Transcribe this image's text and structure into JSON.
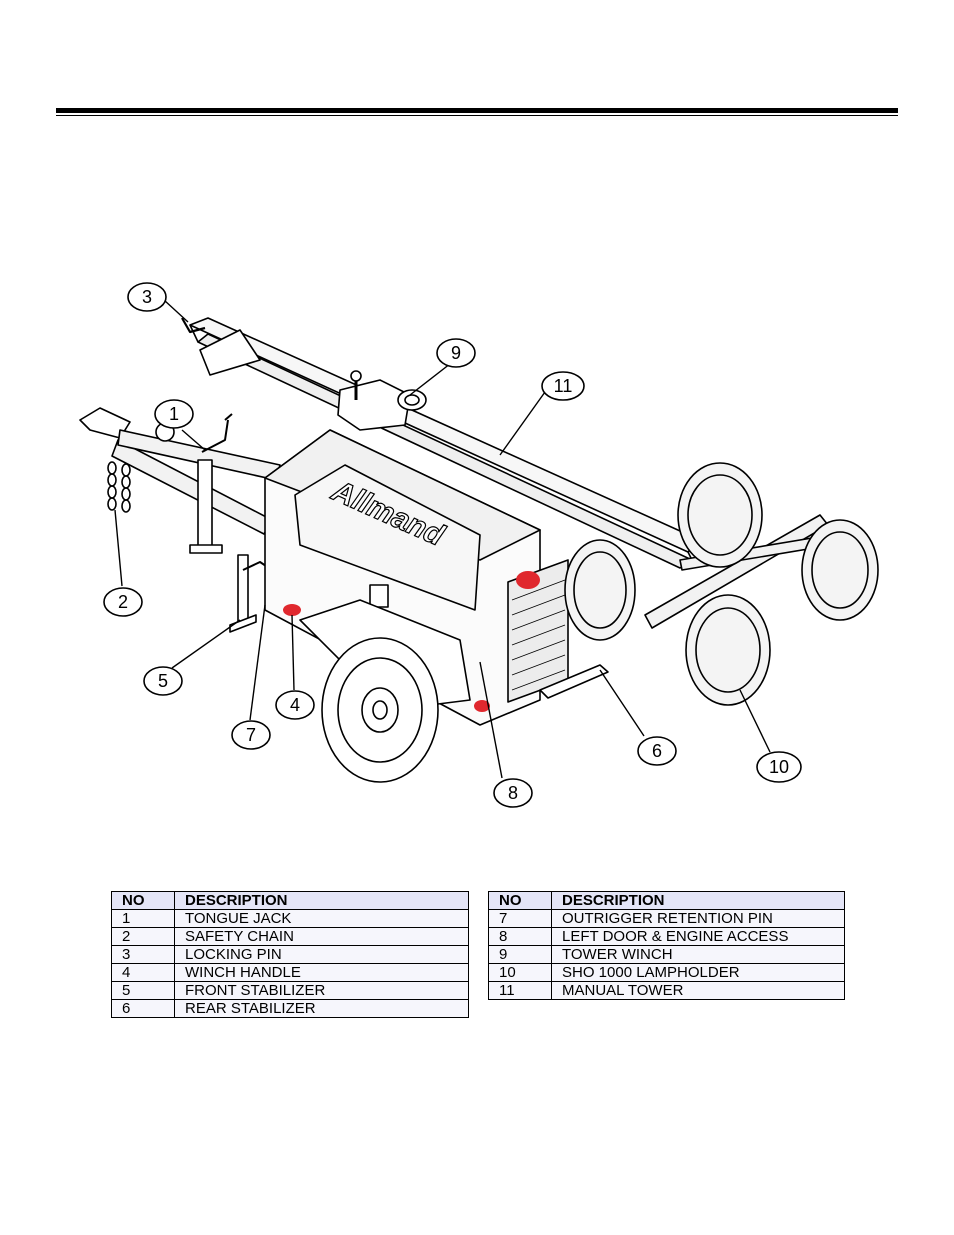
{
  "diagram": {
    "brand_logo": "Allmand",
    "callouts": [
      "1",
      "2",
      "3",
      "4",
      "5",
      "6",
      "7",
      "8",
      "9",
      "10",
      "11"
    ]
  },
  "tables": [
    {
      "headers": {
        "no": "NO",
        "description": "DESCRIPTION"
      },
      "rows": [
        {
          "no": "1",
          "description": "TONGUE JACK"
        },
        {
          "no": "2",
          "description": "SAFETY CHAIN"
        },
        {
          "no": "3",
          "description": "LOCKING PIN"
        },
        {
          "no": "4",
          "description": "WINCH HANDLE"
        },
        {
          "no": "5",
          "description": "FRONT STABILIZER"
        },
        {
          "no": "6",
          "description": "REAR STABILIZER"
        }
      ]
    },
    {
      "headers": {
        "no": "NO",
        "description": "DESCRIPTION"
      },
      "rows": [
        {
          "no": "7",
          "description": "OUTRIGGER RETENTION PIN"
        },
        {
          "no": "8",
          "description": "LEFT DOOR & ENGINE ACCESS"
        },
        {
          "no": "9",
          "description": "TOWER WINCH"
        },
        {
          "no": "10",
          "description": "SHO 1000 LAMPHOLDER"
        },
        {
          "no": "11",
          "description": "MANUAL TOWER"
        }
      ]
    }
  ]
}
